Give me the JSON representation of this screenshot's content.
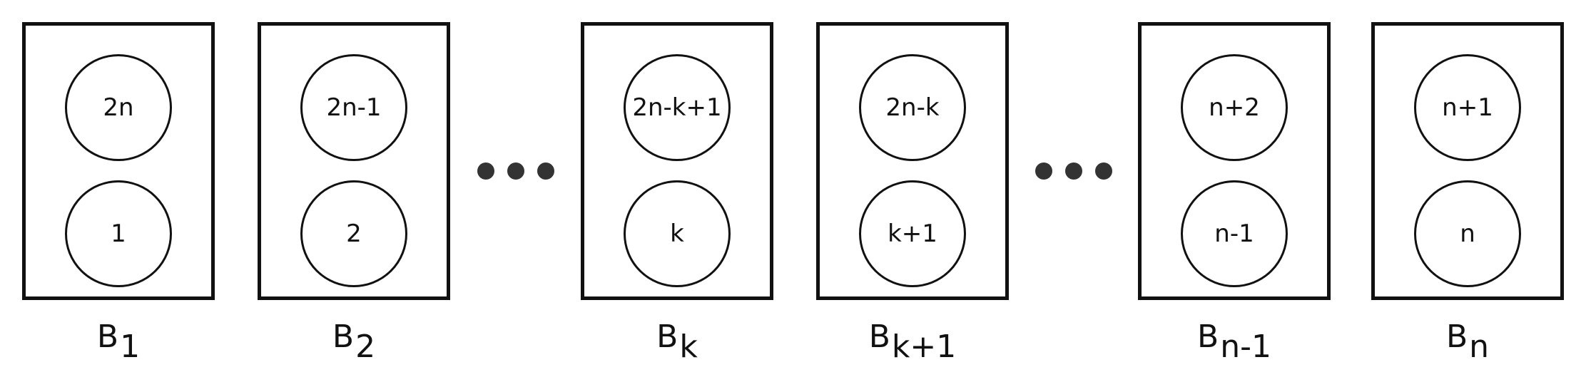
{
  "bins": [
    {
      "label": "B",
      "sub": "1",
      "top": "2n",
      "bottom": "1"
    },
    {
      "label": "B",
      "sub": "2",
      "top": "2n-1",
      "bottom": "2"
    },
    {
      "label": "B",
      "sub": "k",
      "top": "2n-k+1",
      "bottom": "k"
    },
    {
      "label": "B",
      "sub": "k+1",
      "top": "2n-k",
      "bottom": "k+1"
    },
    {
      "label": "B",
      "sub": "n-1",
      "top": "n+2",
      "bottom": "n-1"
    },
    {
      "label": "B",
      "sub": "n",
      "top": "n+1",
      "bottom": "n"
    }
  ],
  "colors": {
    "stroke": "#111111",
    "dots": "#333333"
  }
}
